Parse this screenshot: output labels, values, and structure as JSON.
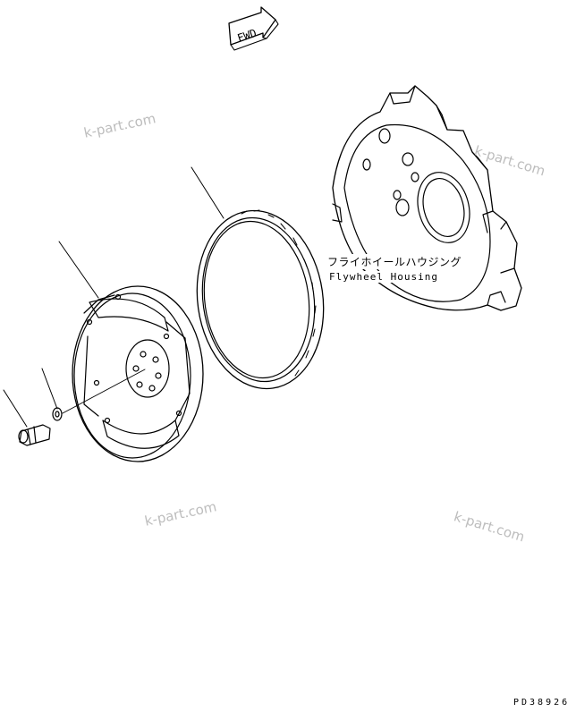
{
  "diagram": {
    "direction_marker": {
      "text": "FWD"
    },
    "labels": {
      "housing_jp": "フライホイールハウジング",
      "housing_en": "Flywheel Housing"
    },
    "drawing_code": "PD38926",
    "watermarks": [
      "k-part.com",
      "k-part.com",
      "k-part.com",
      "k-part.com"
    ]
  }
}
